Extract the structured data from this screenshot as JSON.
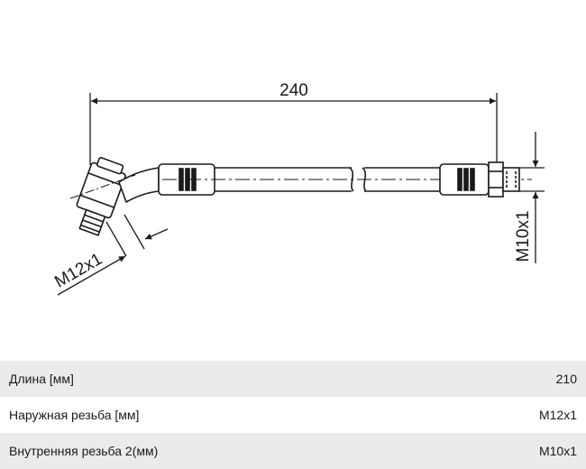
{
  "drawing": {
    "length_label": "240",
    "thread_left_label": "M12x1",
    "thread_right_label": "M10x1"
  },
  "specs": [
    {
      "label": "Длина [мм]",
      "value": "210"
    },
    {
      "label": "Наружная резьба [мм]",
      "value": "M12x1"
    },
    {
      "label": "Внутренняя резьба 2(мм)",
      "value": "M10x1"
    }
  ]
}
